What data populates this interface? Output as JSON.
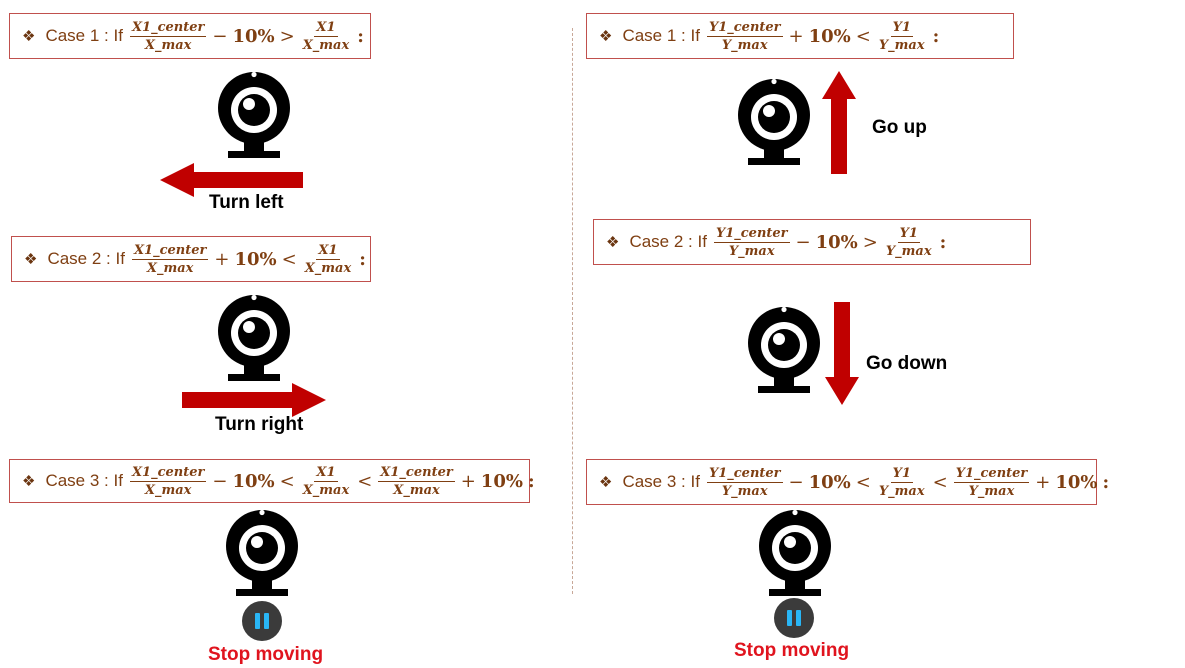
{
  "colors": {
    "border": "#c0504d",
    "formula_text": "#7f3f12",
    "arrow": "#c00000",
    "stop_text": "#e0141e",
    "camera": "#000000",
    "pause_bg": "#3b3b3b",
    "pause_bars": "#29b6f6"
  },
  "icons": {
    "camera": "webcam-icon",
    "pause": "pause-icon",
    "bullet": "diamond-bullet"
  },
  "left": {
    "case1": {
      "bullet": "❖",
      "label": "Case 1 : If",
      "f1_num": "X1_center",
      "f1_den": "X_max",
      "op1": "−",
      "pct": "10%",
      "op2": ">",
      "f2_num": "X1",
      "f2_den": "X_max",
      "colon": ":"
    },
    "caption1": "Turn left",
    "case2": {
      "bullet": "❖",
      "label": "Case 2 : If",
      "f1_num": "X1_center",
      "f1_den": "X_max",
      "op1": "+",
      "pct": "10%",
      "op2": "<",
      "f2_num": "X1",
      "f2_den": "X_max",
      "colon": ":"
    },
    "caption2": "Turn right",
    "case3": {
      "bullet": "❖",
      "label": "Case 3 : If",
      "f1_num": "X1_center",
      "f1_den": "X_max",
      "op1": "−",
      "pct1": "10%",
      "op2": "<",
      "f2_num": "X1",
      "f2_den": "X_max",
      "op3": "<",
      "f3_num": "X1_center",
      "f3_den": "X_max",
      "op4": "+",
      "pct2": "10%",
      "colon": ":"
    },
    "caption3": "Stop moving"
  },
  "right": {
    "case1": {
      "bullet": "❖",
      "label": "Case 1 : If",
      "f1_num": "Y1_center",
      "f1_den": "Y_max",
      "op1": "+",
      "pct": "10%",
      "op2": "<",
      "f2_num": "Y1",
      "f2_den": "Y_max",
      "colon": ":"
    },
    "caption1": "Go up",
    "case2": {
      "bullet": "❖",
      "label": "Case 2 : If",
      "f1_num": "Y1_center",
      "f1_den": "Y_max",
      "op1": "−",
      "pct": "10%",
      "op2": ">",
      "f2_num": "Y1",
      "f2_den": "Y_max",
      "colon": ":"
    },
    "caption2": "Go down",
    "case3": {
      "bullet": "❖",
      "label": "Case 3 : If",
      "f1_num": "Y1_center",
      "f1_den": "Y_max",
      "op1": "−",
      "pct1": "10%",
      "op2": "<",
      "f2_num": "Y1",
      "f2_den": "Y_max",
      "op3": "<",
      "f3_num": "Y1_center",
      "f3_den": "Y_max",
      "op4": "+",
      "pct2": "10%",
      "colon": ":"
    },
    "caption3": "Stop moving"
  }
}
